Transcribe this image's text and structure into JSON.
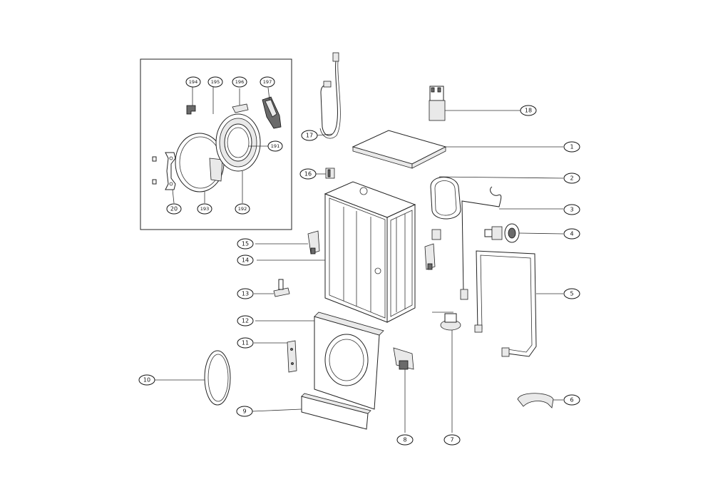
{
  "callouts": [
    {
      "id": "1",
      "label": "1"
    },
    {
      "id": "2",
      "label": "2"
    },
    {
      "id": "3",
      "label": "3"
    },
    {
      "id": "4",
      "label": "4"
    },
    {
      "id": "5",
      "label": "5"
    },
    {
      "id": "6",
      "label": "6"
    },
    {
      "id": "7",
      "label": "7"
    },
    {
      "id": "8",
      "label": "8"
    },
    {
      "id": "9",
      "label": "9"
    },
    {
      "id": "10",
      "label": "10"
    },
    {
      "id": "11",
      "label": "11"
    },
    {
      "id": "12",
      "label": "12"
    },
    {
      "id": "13",
      "label": "13"
    },
    {
      "id": "14",
      "label": "14"
    },
    {
      "id": "15",
      "label": "15"
    },
    {
      "id": "16",
      "label": "16"
    },
    {
      "id": "17",
      "label": "17"
    },
    {
      "id": "18",
      "label": "18"
    },
    {
      "id": "20",
      "label": "20"
    },
    {
      "id": "191",
      "label": "191"
    },
    {
      "id": "192",
      "label": "192"
    },
    {
      "id": "193",
      "label": "193"
    },
    {
      "id": "194",
      "label": "194"
    },
    {
      "id": "195",
      "label": "195"
    },
    {
      "id": "196",
      "label": "196"
    },
    {
      "id": "197",
      "label": "197"
    }
  ]
}
